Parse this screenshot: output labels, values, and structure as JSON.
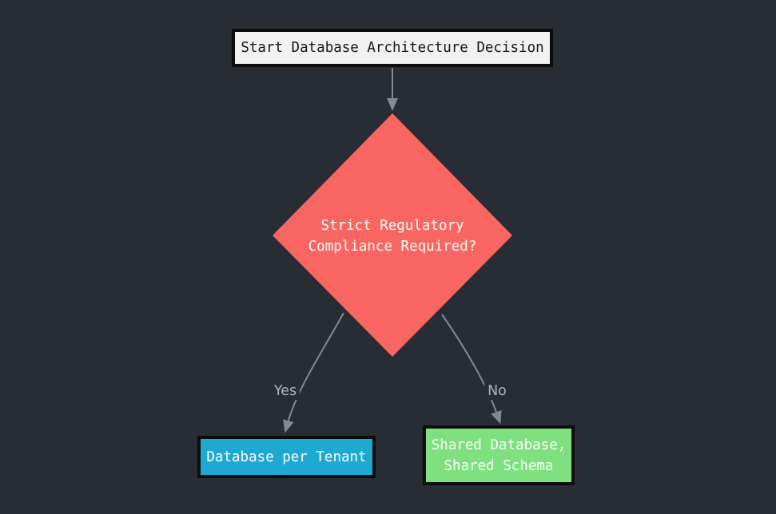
{
  "canvas": {
    "background": "#282c34"
  },
  "colors": {
    "node_border": "#0d0d0d",
    "edge": "#828995",
    "edge_label_text": "#aeb3bc"
  },
  "nodes": {
    "start": {
      "label": "Start Database Architecture Decision",
      "fill": "#f1f1f1",
      "text_color": "#151515"
    },
    "decision": {
      "label": "Strict Regulatory\nCompliance Required?",
      "fill": "#f96560",
      "text_color": "#ffffff"
    },
    "tenant_db": {
      "label": "Database per Tenant",
      "fill": "#1da9d2",
      "text_color": "#ffffff"
    },
    "shared_db": {
      "label": "Shared Database,\nShared Schema",
      "fill": "#7ee07f",
      "text_color": "#ffffff"
    }
  },
  "edges": [
    {
      "id": "start_to_decision",
      "from": "start",
      "to": "decision",
      "label": ""
    },
    {
      "id": "decision_to_tenant_db",
      "from": "decision",
      "to": "tenant_db",
      "label": "Yes"
    },
    {
      "id": "decision_to_shared_db",
      "from": "decision",
      "to": "shared_db",
      "label": "No"
    }
  ]
}
